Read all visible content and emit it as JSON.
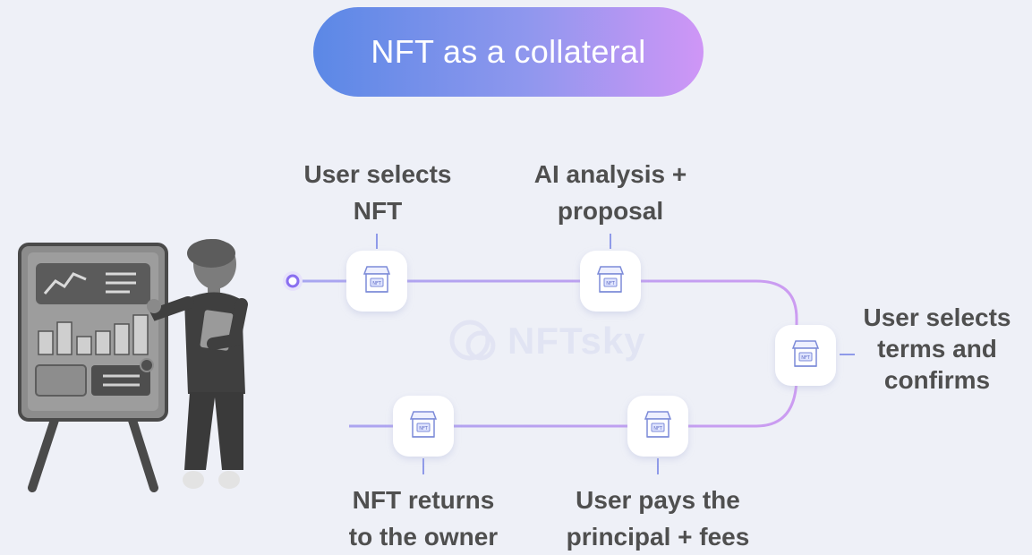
{
  "title": "NFT as a collateral",
  "watermark": "NFTsky",
  "nodes": [
    {
      "id": "select-nft",
      "label_line1": "User selects",
      "label_line2": "NFT",
      "icon": "nft-shop-icon"
    },
    {
      "id": "ai-analysis",
      "label_line1": "AI analysis +",
      "label_line2": "proposal",
      "icon": "nft-shop-icon"
    },
    {
      "id": "select-terms",
      "label_line1": "User selects",
      "label_line2": "terms and",
      "label_line3": "confirms",
      "icon": "nft-shop-icon"
    },
    {
      "id": "pays-principal",
      "label_line1": "User pays the",
      "label_line2": "principal + fees",
      "icon": "nft-shop-icon"
    },
    {
      "id": "nft-returns",
      "label_line1": "NFT returns",
      "label_line2": "to the owner",
      "icon": "nft-shop-icon"
    }
  ],
  "icon_badge_text": "NFT",
  "colors": {
    "title_start": "#5b88e6",
    "title_end": "#cf96f6",
    "flow_line": "#b9a2ee",
    "start_dot": "#8a6ff0"
  }
}
